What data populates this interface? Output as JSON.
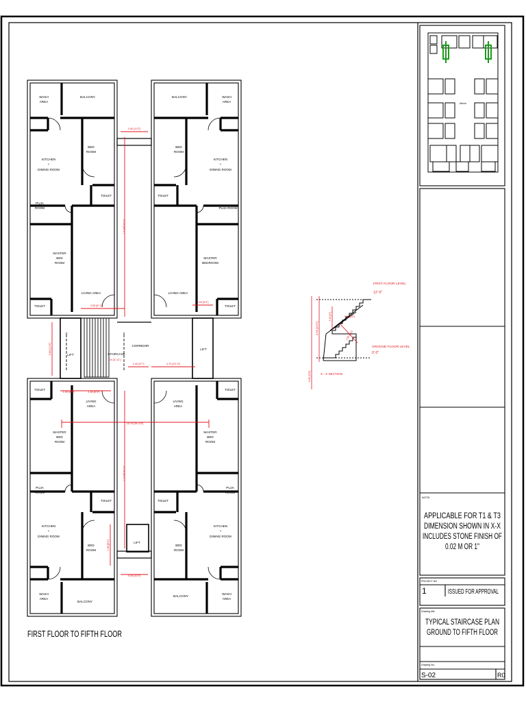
{
  "colors": {
    "line": "#000000",
    "dimension": "#e0141e",
    "grid": "#b8b8b8",
    "highlight": "#1a9a1a"
  },
  "plan": {
    "title": "FIRST FLOOR TO FIFTH FLOOR",
    "rooms": {
      "wash": "WASH",
      "area": "AREA",
      "balcony": "BALCONY",
      "bed": "BED",
      "room": "ROOM",
      "kitchen": "KITCHEN",
      "plus": "+",
      "dining_room": "DINING ROOM",
      "pujaroom": "PUJA ROOM",
      "puja": "PUJA",
      "toilet": "TOILET",
      "master": "MASTER",
      "bedroom": "BEDROOM",
      "living": "LIVING",
      "living_area": "LIVING AREA",
      "lift": "LIFT",
      "staircase": "STAIRCASE",
      "corridor": "CORRIDOR",
      "x_mark": "X"
    },
    "dims": {
      "d1": "3.40 [11'2\"]",
      "d2": "10.50 [34'5\"]",
      "d3": "2.50 [8'-2\"]",
      "d4": "1.60 [5'3\"]",
      "d5": "3.60 [11'9\"]",
      "d6": "1.40 [4'7\"]",
      "d7": "4.70 [15'-5\"]",
      "d8": "1.00 [3'3\"]",
      "d9": "1.60 [5'3\"]",
      "d10": "10.70 [34'-10\"]",
      "d11": "10.50 [34'5\"]",
      "d12": "1.60 [5'3\"]",
      "d13": "3.40 [11'2\"]",
      "stair": "24 [3'-11\"]"
    }
  },
  "section": {
    "title": "X - X SECTION",
    "first_floor_label": "FIRST FLOOR LEVEL",
    "first_floor_value": "12' 0\"",
    "ground_floor_label": "GROUND FLOOR LEVEL",
    "ground_floor_value": "0' 0\"",
    "dim_a": "3.66 [12'0\"]",
    "dim_b": "0.15 [6\"]",
    "dim_c": "0.25 [10\"]",
    "dim_d": "1.83 [6'0\"]",
    "dim_e": "0.90 [3'0\"]"
  },
  "title_block": {
    "note_label": "NOTE:",
    "note_lines": [
      "APPLICABLE FOR T1 & T3",
      "DIMENSION SHOWN IN X-X",
      "INCLUDES STONE FINISH OF",
      "0.02 M OR 1\""
    ],
    "project_label": "PROJECT NO.",
    "revision_number": "1",
    "revision_text": "ISSUED FOR APPROVAL",
    "drawing_title_label": "Drawing title",
    "drawing_title_lines": [
      "TYPICAL STAIRCASE PLAN",
      "GROUND TO FIFTH FLOOR"
    ],
    "drawing_no_label": "Drawing No.",
    "drawing_no": "S-02",
    "rev": "R0",
    "keyplan_center": "Atrium"
  }
}
